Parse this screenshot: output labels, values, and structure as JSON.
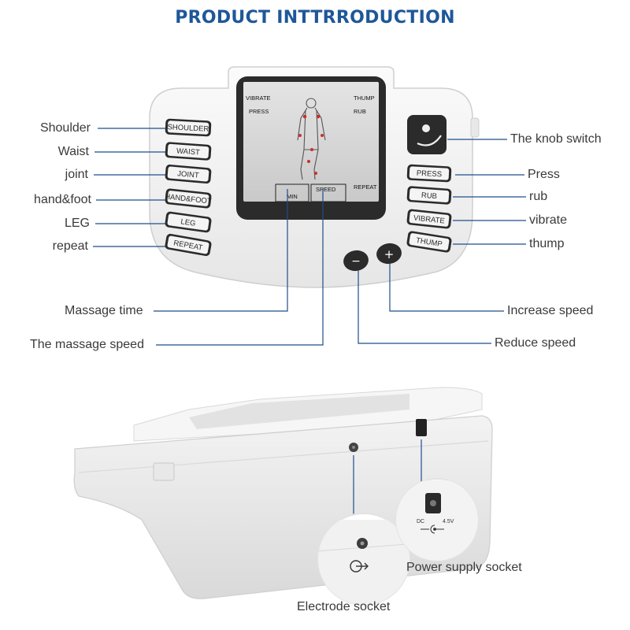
{
  "page": {
    "title": "PRODUCT INTTRRODUCTION"
  },
  "device": {
    "left_buttons": [
      "SHOULDER",
      "WAIST",
      "JOINT",
      "HAND&FOOT",
      "LEG",
      "REPEAT"
    ],
    "right_buttons": [
      "PRESS",
      "RUB",
      "VIBRATE",
      "THUMP"
    ],
    "minus_label": "−",
    "plus_label": "+",
    "lcd": {
      "vibrate": "VIBRATE",
      "press": "PRESS",
      "thump": "THUMP",
      "rub": "RUB",
      "repeat": "REPEAT",
      "min": "MIN",
      "speed": "SPEED"
    },
    "power_dc": "DC",
    "power_voltage": "4.5V"
  },
  "callouts": {
    "left": [
      "Shoulder",
      "Waist",
      "joint",
      "hand&foot",
      "LEG",
      "repeat"
    ],
    "right": [
      "The knob switch",
      "Press",
      "rub",
      "vibrate",
      "thump"
    ],
    "massage_time": "Massage time",
    "massage_speed": "The massage speed",
    "increase_speed": "Increase speed",
    "reduce_speed": "Reduce speed",
    "power_supply_socket": "Power supply socket",
    "electrode_socket": "Electrode socket"
  },
  "colors": {
    "title": "#1e5799",
    "leader_line": "#1f4e8c",
    "label_text": "#3a3a3a"
  }
}
